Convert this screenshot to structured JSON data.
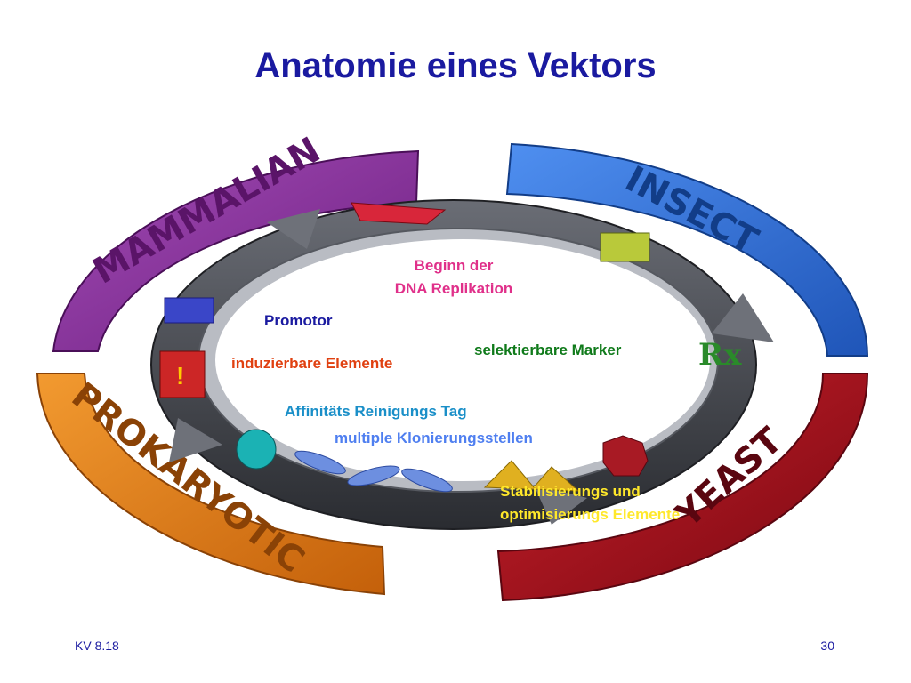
{
  "slide": {
    "title": "Anatomie eines Vektors",
    "footer_left": "KV 8.18",
    "page_number": "30"
  },
  "diagram": {
    "segments": [
      {
        "label": "MAMMALIAN",
        "color": "#8a2f9c"
      },
      {
        "label": "INSECT",
        "color": "#2f6fd6"
      },
      {
        "label": "YEAST",
        "color": "#b01020"
      },
      {
        "label": "PROKARYOTIC",
        "color": "#e0801e"
      }
    ],
    "labels": [
      {
        "text": "Beginn der",
        "color": "#e0308a"
      },
      {
        "text": "DNA Replikation",
        "color": "#e0308a"
      },
      {
        "text": "Promotor",
        "color": "#1a1aa0"
      },
      {
        "text": "selektierbare Marker",
        "color": "#0f7a1a"
      },
      {
        "text": "induzierbare Elemente",
        "color": "#e04010"
      },
      {
        "text": "Affinitäts Reinigungs Tag",
        "color": "#1a8fc8"
      },
      {
        "text": "multiple Klonierungsstellen",
        "color": "#4f7ff0"
      },
      {
        "text": "Stabilisierungs und",
        "color": "#ffe82a"
      },
      {
        "text": "optimisierungs Elemente",
        "color": "#ffe82a"
      }
    ],
    "element_icons": [
      "Rx-icon",
      "stop-icon",
      "gene-icon",
      "exclamation-icon",
      "scissors-icon"
    ]
  }
}
